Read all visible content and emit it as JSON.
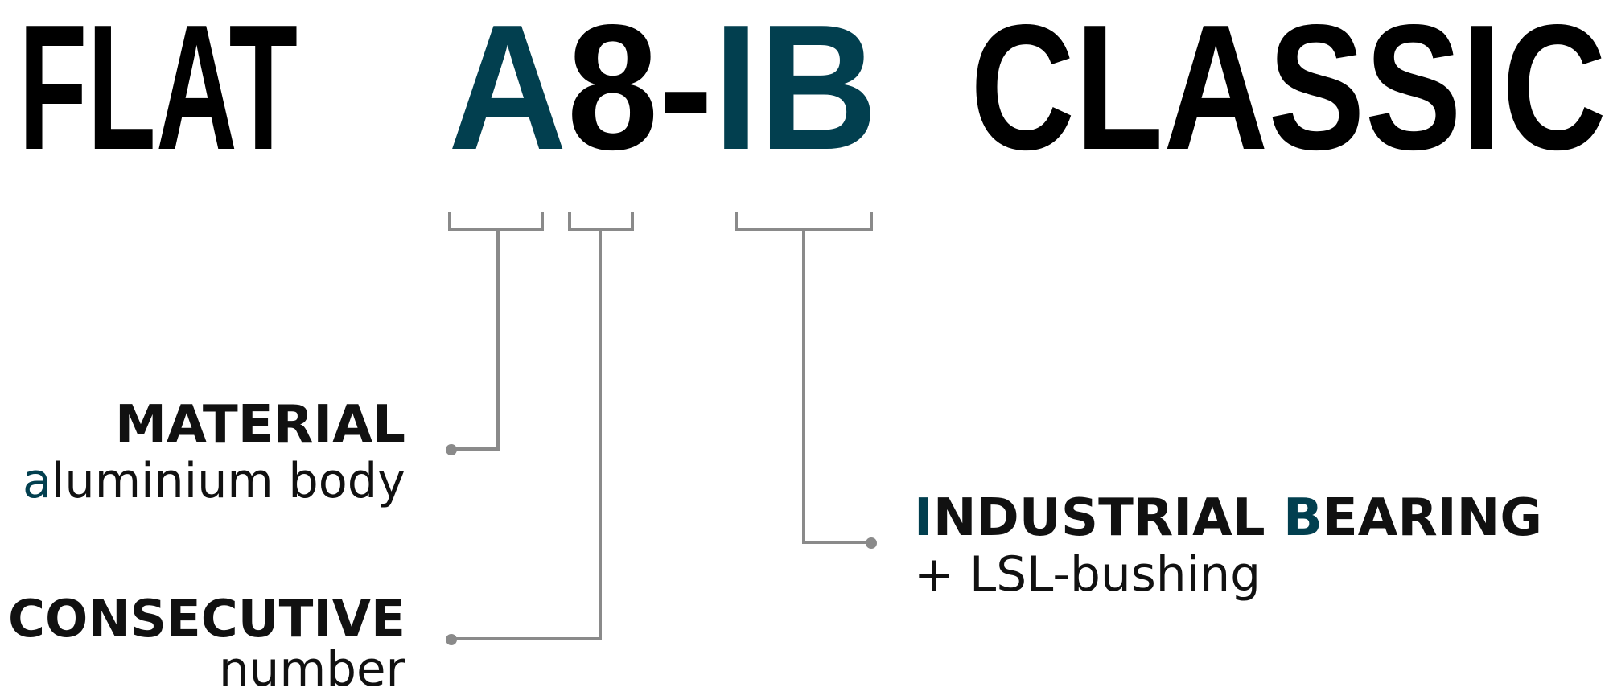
{
  "title": {
    "word1": "FLAT",
    "code_a": "A",
    "code_8": "8",
    "code_dash": "-",
    "code_ib": "IB",
    "word3": "CLASSIC"
  },
  "labels": {
    "material": {
      "heading": "MATERIAL",
      "sub_accent": "a",
      "sub_rest": "luminium body"
    },
    "consecutive": {
      "heading": "CONSECUTIVE",
      "sub": "number"
    },
    "bearing": {
      "accent1": "I",
      "rest1": "NDUSTRIAL ",
      "accent2": "B",
      "rest2": "EARING",
      "sub": "+ LSL-bushing"
    }
  },
  "colors": {
    "accent": "#023f4f",
    "text": "#000000",
    "line": "#8a8a8a"
  }
}
